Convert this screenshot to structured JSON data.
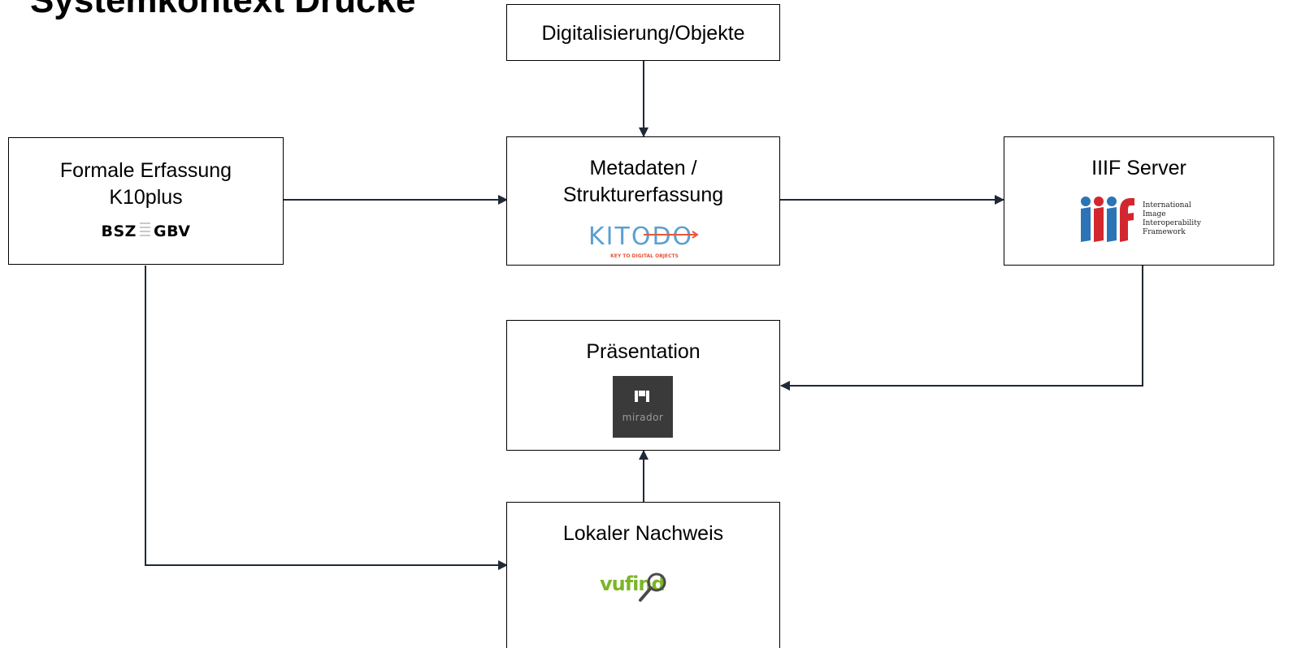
{
  "title": "Systemkontext Drucke",
  "boxes": {
    "digitalisierung": {
      "label": "Digitalisierung/Objekte"
    },
    "formale": {
      "label": "Formale Erfassung\nK10plus",
      "logo_text_left": "BSZ",
      "logo_text_right": "GBV"
    },
    "metadaten": {
      "label": "Metadaten /\nStrukturerfassung",
      "logo_text": "KITODO",
      "logo_subtext": "KEY TO DIGITAL OBJECTS"
    },
    "iiif": {
      "label": "IIIF Server",
      "logo_text": "iiif",
      "logo_lines": [
        "International",
        "Image",
        "Interoperability",
        "Framework"
      ]
    },
    "praesentation": {
      "label": "Präsentation",
      "logo_text": "mirador"
    },
    "lokaler": {
      "label": "Lokaler Nachweis",
      "logo_text": "vufind"
    }
  },
  "colors": {
    "line": "#1f2937",
    "kitodo_blue": "#5aa0d2",
    "kitodo_orange": "#e8563a",
    "iiif_red": "#d3272f",
    "iiif_blue": "#2b74b6",
    "vufind_green": "#7cb528",
    "mirador_bg": "#3a3a3a"
  },
  "icons": [
    "arrow-head",
    "bsz-gbv-logo",
    "kitodo-logo",
    "iiif-logo",
    "mirador-logo",
    "vufind-logo"
  ]
}
